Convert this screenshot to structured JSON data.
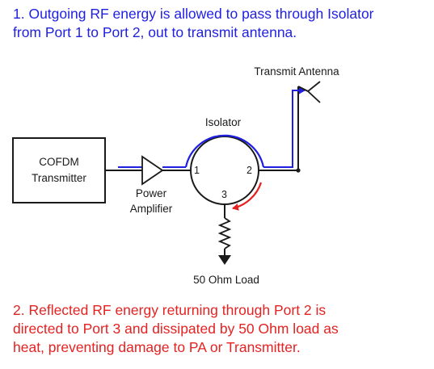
{
  "captions": {
    "outgoing": [
      "1. Outgoing RF energy is allowed to pass through Isolator",
      "from Port 1 to Port 2, out to transmit antenna."
    ],
    "reflected": [
      "2. Reflected RF energy returning through Port 2 is",
      "directed to Port 3 and dissipated by 50 Ohm load as",
      "heat, preventing damage to PA or Transmitter."
    ]
  },
  "components": {
    "transmitter": [
      "COFDM",
      "Transmitter"
    ],
    "amplifier": [
      "Power",
      "Amplifier"
    ],
    "isolator": "Isolator",
    "antenna": "Transmit Antenna",
    "load": "50 Ohm Load"
  },
  "ports": {
    "port1": "1",
    "port2": "2",
    "port3": "3"
  },
  "colors": {
    "outgoing_path": "#1f1fe0",
    "reflected_path": "#e52222",
    "wire": "#1a1a1a"
  }
}
